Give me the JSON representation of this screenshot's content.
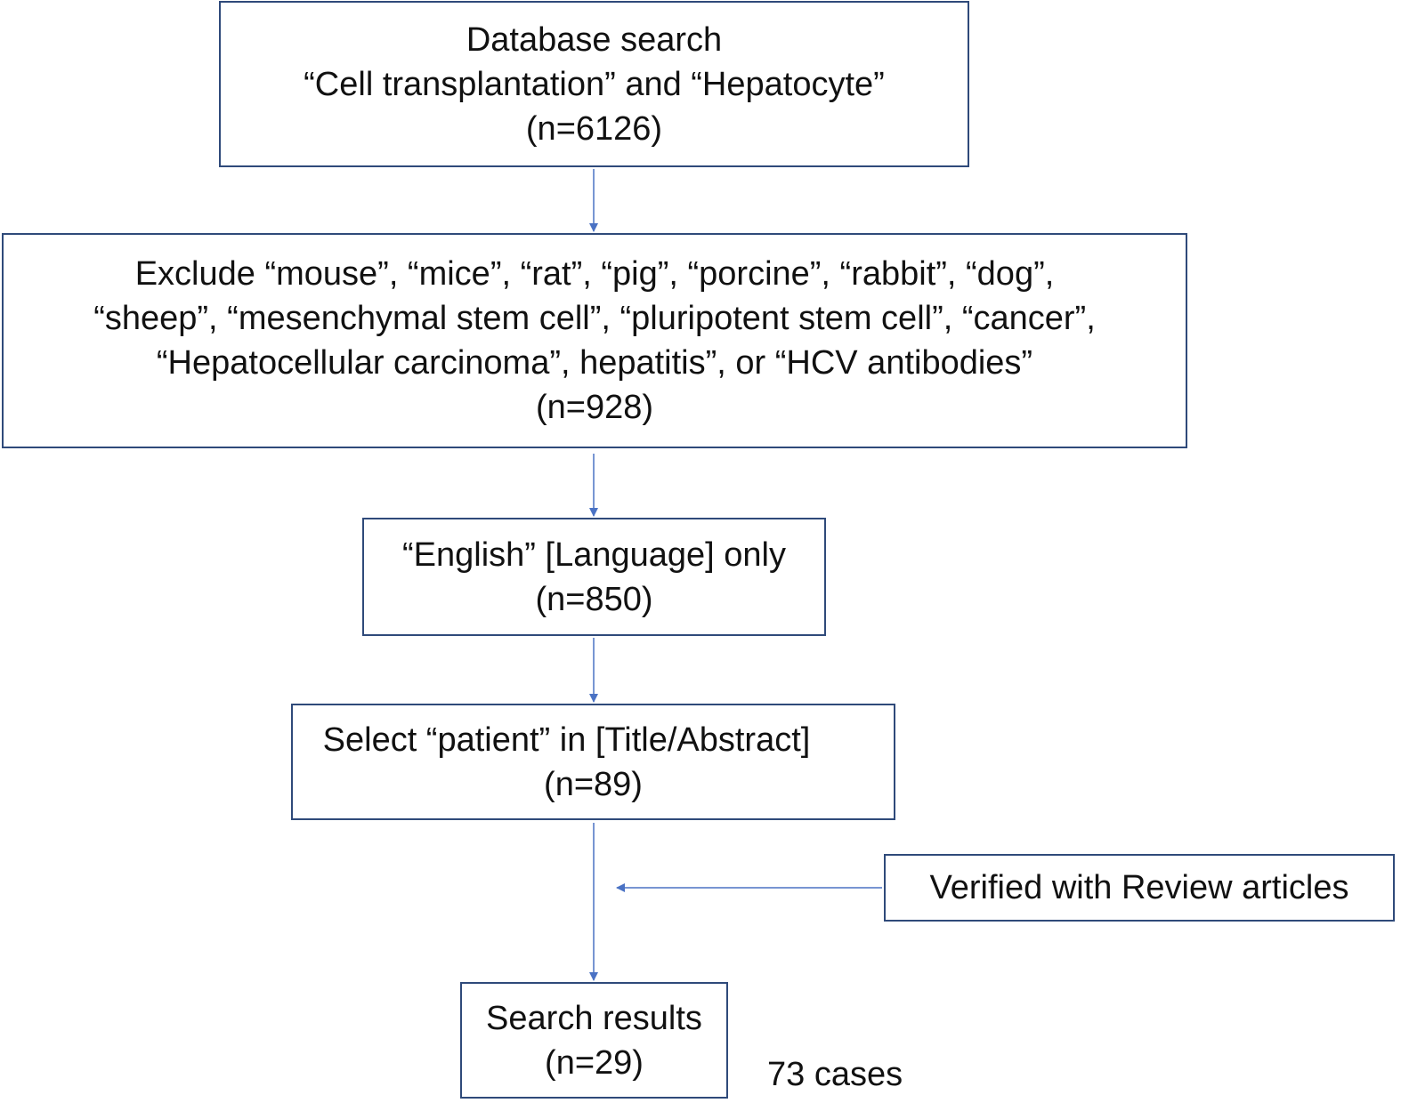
{
  "diagram": {
    "boxes": {
      "database_search": {
        "lines": [
          "Database search",
          "“Cell transplantation” and “Hepatocyte”",
          "(n=6126)"
        ]
      },
      "exclude": {
        "lines": [
          "Exclude “mouse”, “mice”, “rat”, “pig”, “porcine”, “rabbit”, “dog”,",
          "“sheep”, “mesenchymal stem cell”, “pluripotent stem cell”, “cancer”,",
          "“Hepatocellular carcinoma”, hepatitis”, or “HCV antibodies”",
          "(n=928)"
        ]
      },
      "english_only": {
        "lines": [
          "“English” [Language] only",
          "(n=850)"
        ]
      },
      "select_patient": {
        "lines": [
          "Select “patient” in [Title/Abstract]",
          "(n=89)"
        ]
      },
      "verified": {
        "lines": [
          "Verified with Review articles"
        ]
      },
      "search_results": {
        "lines": [
          "Search results",
          "(n=29)"
        ]
      }
    },
    "note": "73 cases",
    "colors": {
      "arrow": "#4a72c4",
      "box_border": "#2f4a7a"
    }
  }
}
